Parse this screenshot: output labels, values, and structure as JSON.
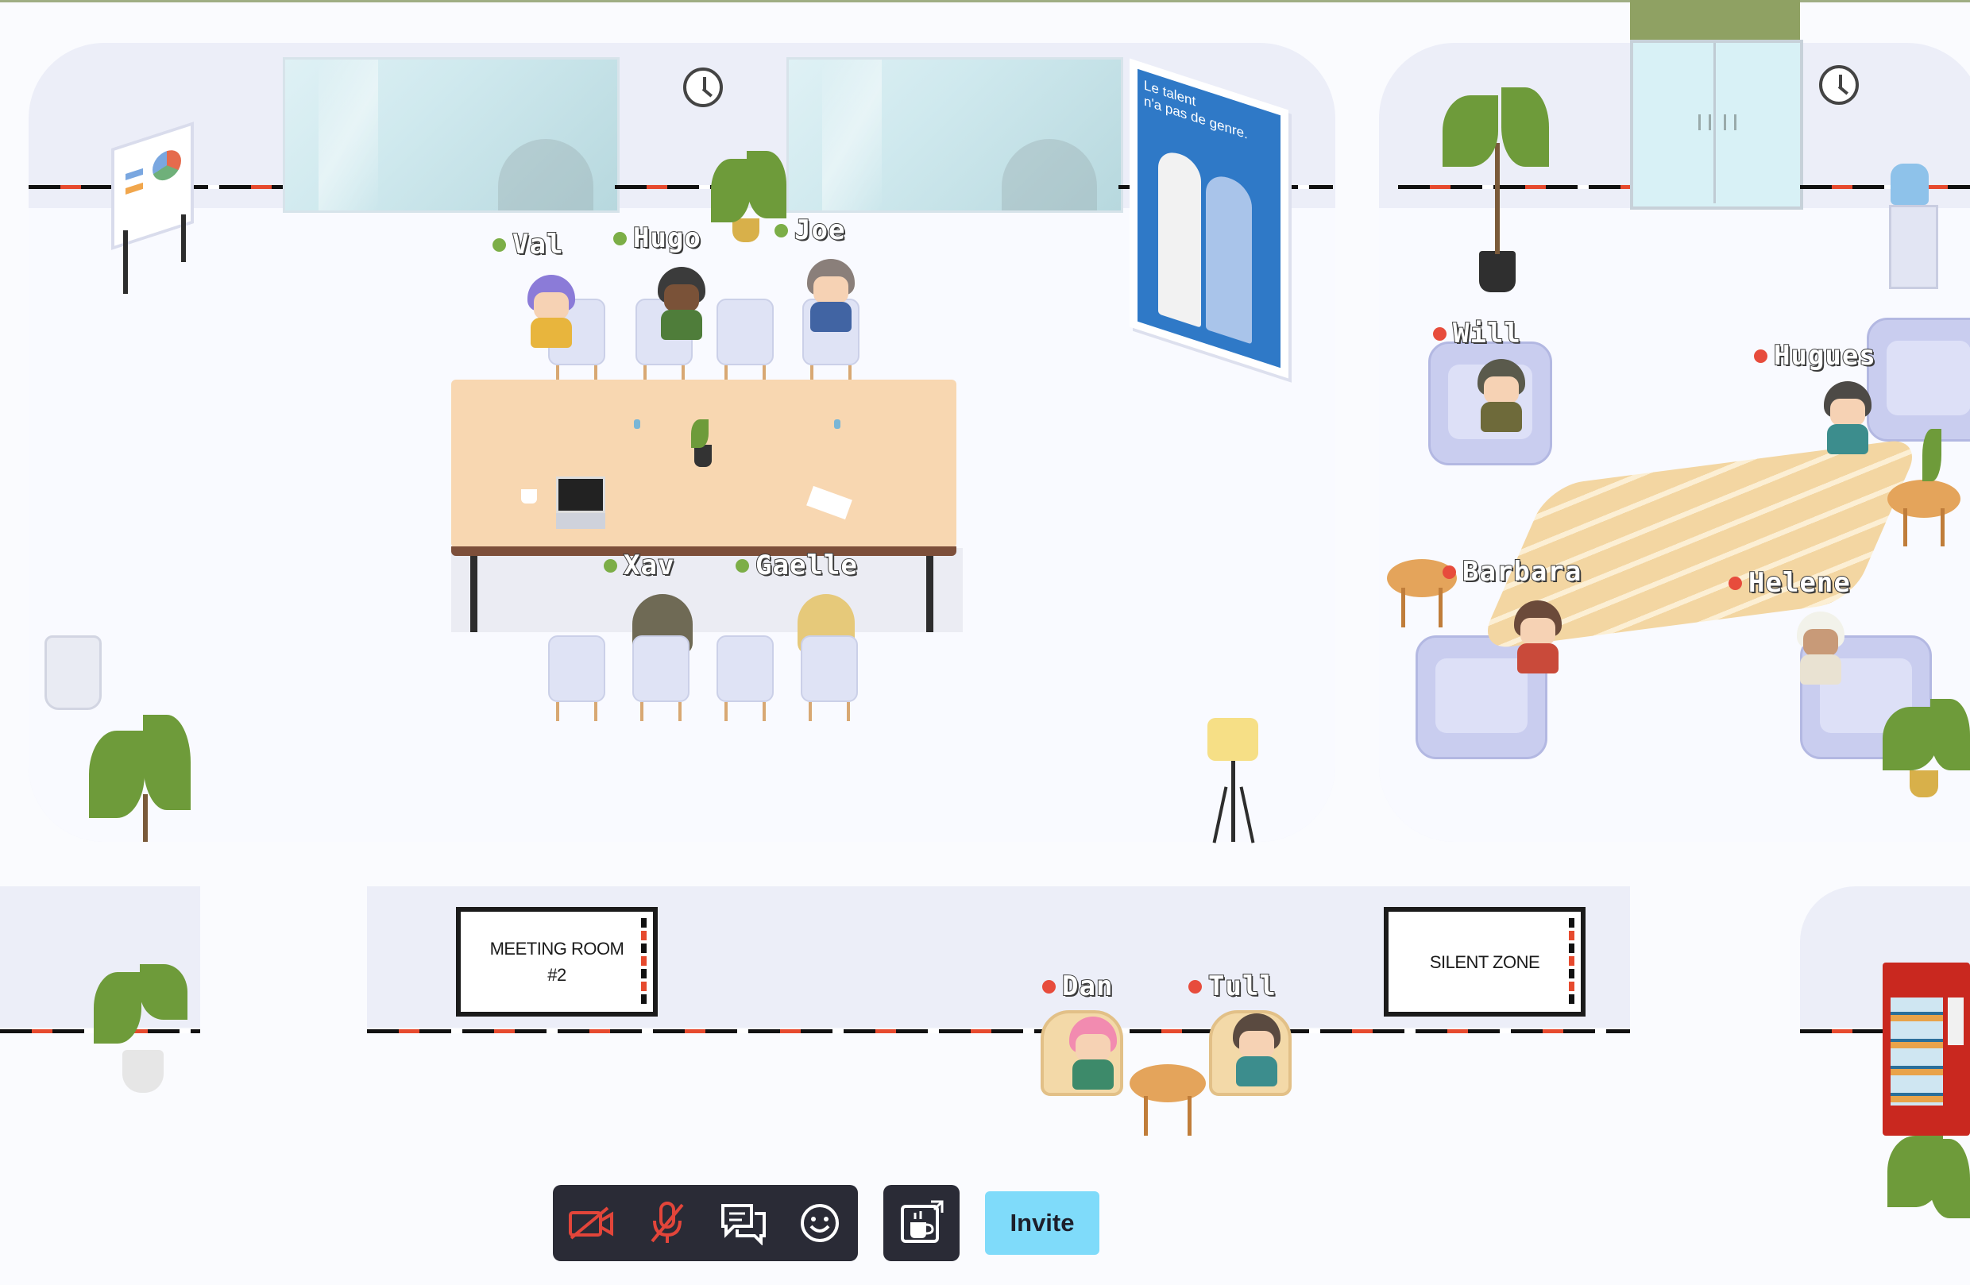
{
  "participants": {
    "val": {
      "name": "Val",
      "status": "green"
    },
    "hugo": {
      "name": "Hugo",
      "status": "green"
    },
    "joe": {
      "name": "Joe",
      "status": "green"
    },
    "xav": {
      "name": "Xav",
      "status": "green"
    },
    "gaelle": {
      "name": "Gaelle",
      "status": "green"
    },
    "will": {
      "name": "Will",
      "status": "red"
    },
    "hugues": {
      "name": "Hugues",
      "status": "red"
    },
    "barbara": {
      "name": "Barbara",
      "status": "red"
    },
    "helene": {
      "name": "Helene",
      "status": "red"
    },
    "dan": {
      "name": "Dan",
      "status": "red"
    },
    "tull": {
      "name": "Tull",
      "status": "red"
    }
  },
  "signs": {
    "meeting_room_line1": "MEETING ROOM",
    "meeting_room_line2": "#2",
    "silent_zone": "SILENT ZONE"
  },
  "poster": {
    "text_line1": "Le talent",
    "text_line2": "n'a pas de genre."
  },
  "toolbar": {
    "camera_icon": "camera-off-icon",
    "mic_icon": "mic-off-icon",
    "chat_icon": "chat-icon",
    "emoji_icon": "emoji-icon",
    "coffee_icon": "coffee-break-icon",
    "invite_label": "Invite"
  },
  "colors": {
    "status_online": "#7cae47",
    "status_busy": "#e74c3c",
    "invite_bg": "#7fdbfa",
    "toolbar_bg": "#2a2b36",
    "icon_off": "#e2453a"
  }
}
